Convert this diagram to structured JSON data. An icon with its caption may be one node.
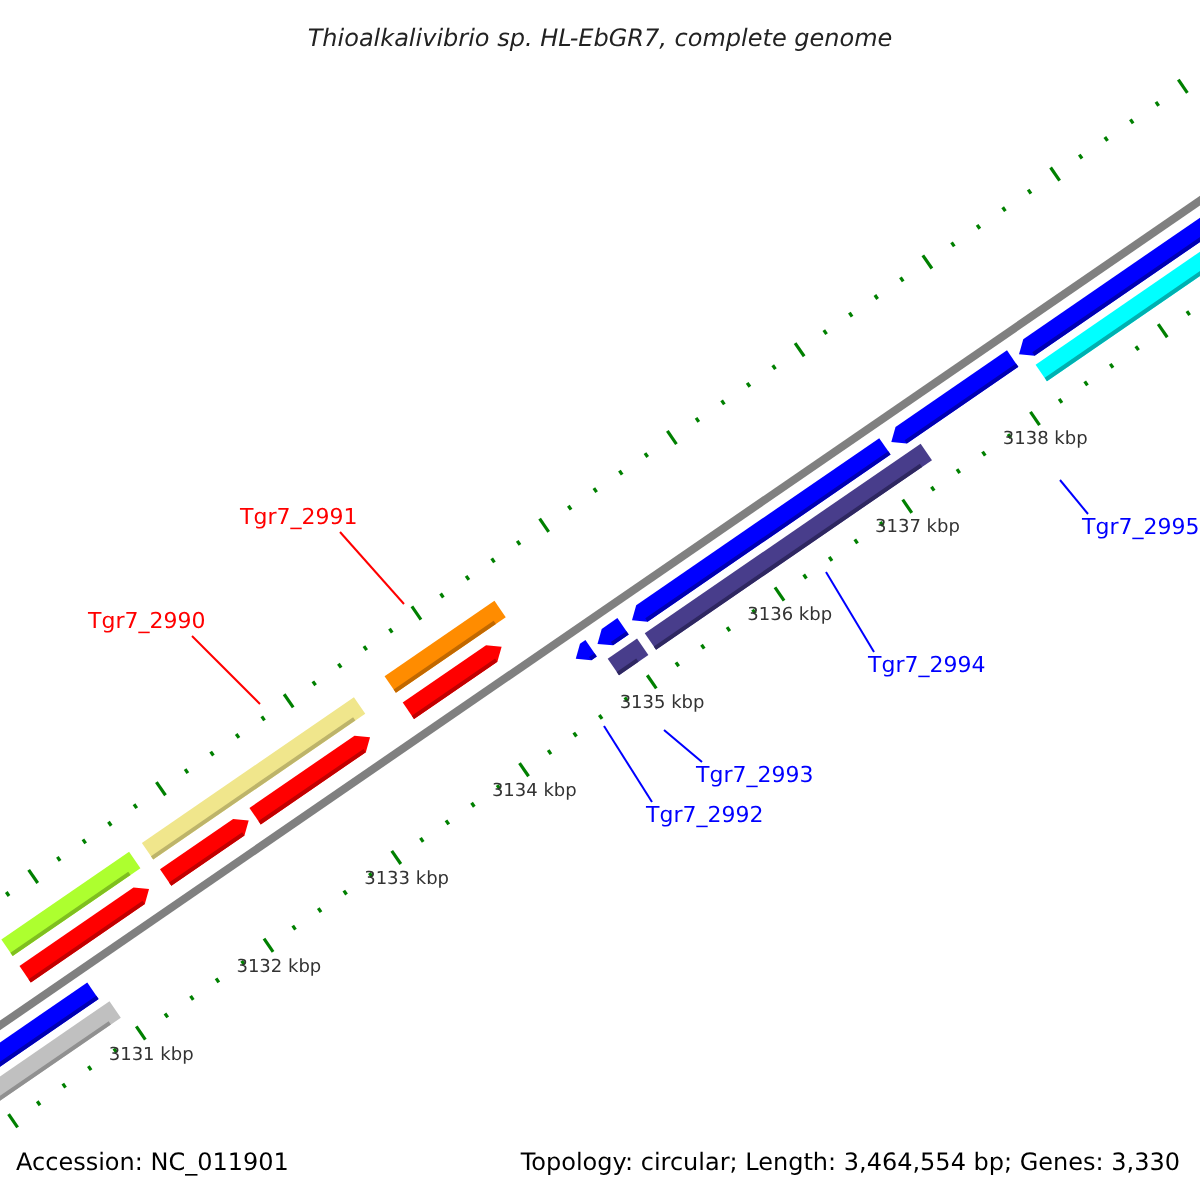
{
  "diagram": {
    "title": "Thioalkalivibrio sp. HL-EbGR7, complete genome",
    "nodes": [
      {
        "text": [
          "Tgr7_2991"
        ]
      },
      {
        "text": [
          "Tgr7_2995"
        ]
      },
      {
        "text": [
          "Tgr7_2990"
        ]
      },
      {
        "text": [
          "Tgr7_2994"
        ]
      },
      {
        "text": [
          "Tgr7_2993"
        ]
      },
      {
        "text": [
          "Tgr7_2992"
        ]
      }
    ],
    "edges": [
      {
        "from": 0,
        "to": null,
        "arrow": "none",
        "color": "#ff0000"
      },
      {
        "from": 1,
        "to": null,
        "arrow": "none"
      },
      {
        "from": 2,
        "to": null,
        "arrow": "none",
        "color": "#ff0000"
      },
      {
        "from": 3,
        "to": null,
        "arrow": "none"
      },
      {
        "from": 4,
        "to": null,
        "arrow": "none"
      },
      {
        "from": 5,
        "to": null,
        "arrow": "none"
      }
    ],
    "labels": [
      "3138 kbp",
      "3137 kbp",
      "3136 kbp",
      "3135 kbp",
      "3134 kbp",
      "3133 kbp",
      "3132 kbp",
      "3131 kbp",
      "Accession: NC_011901",
      "Topology: circular; Length: 3,464,554 bp; Genes: 3,330"
    ]
  }
}
